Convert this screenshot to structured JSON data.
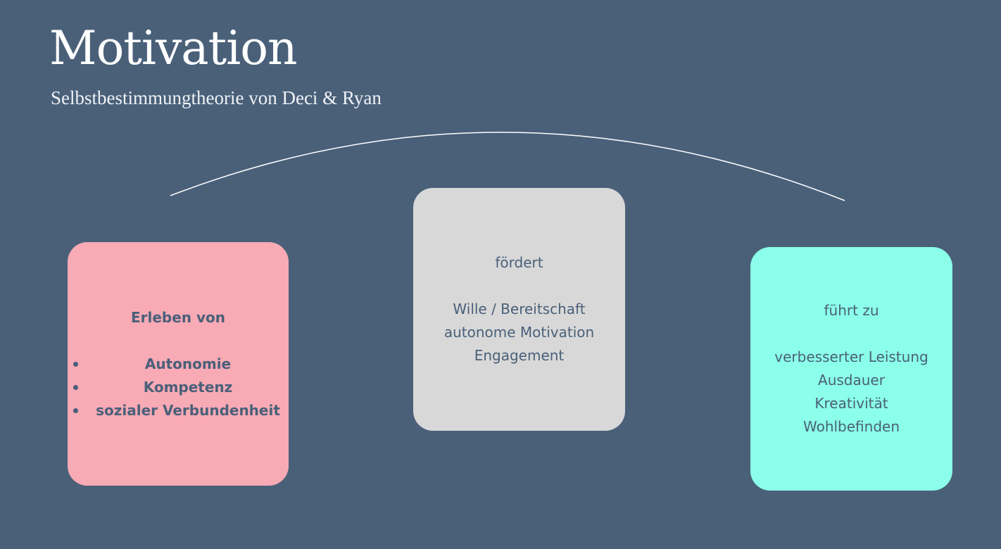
{
  "title": "Motivation",
  "subtitle": "Selbstbestimmungtheorie von Deci & Ryan",
  "colors": {
    "background": "#4a6079",
    "pink": "#f8aab5",
    "gray": "#d8d8d8",
    "teal": "#8bffe9",
    "text": "#4a6079"
  },
  "boxes": {
    "left": {
      "heading": "Erleben von",
      "items": [
        "Autonomie",
        "Kompetenz",
        "sozialer Verbundenheit"
      ]
    },
    "middle": {
      "heading": "fördert",
      "lines": [
        "Wille / Bereitschaft",
        "autonome Motivation",
        "Engagement"
      ]
    },
    "right": {
      "heading": "führt zu",
      "lines": [
        "verbesserter Leistung",
        "Ausdauer",
        "Kreativität",
        "Wohlbefinden"
      ]
    }
  }
}
